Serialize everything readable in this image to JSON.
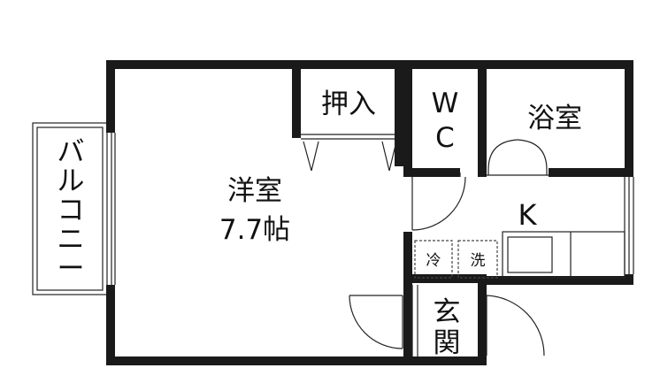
{
  "rooms": {
    "western_room": "洋室",
    "western_room_size": "7.7帖",
    "closet": "押入",
    "toilet_line1": "W",
    "toilet_line2": "C",
    "bathroom": "浴室",
    "kitchen": "K",
    "fridge": "冷",
    "washer": "洗",
    "entrance_line1": "玄",
    "entrance_line2": "関",
    "balcony": [
      "バ",
      "ル",
      "コ",
      "ニ",
      "ー"
    ]
  },
  "colors": {
    "wall": "#1a1a1a",
    "line": "#222222",
    "background": "#ffffff"
  }
}
